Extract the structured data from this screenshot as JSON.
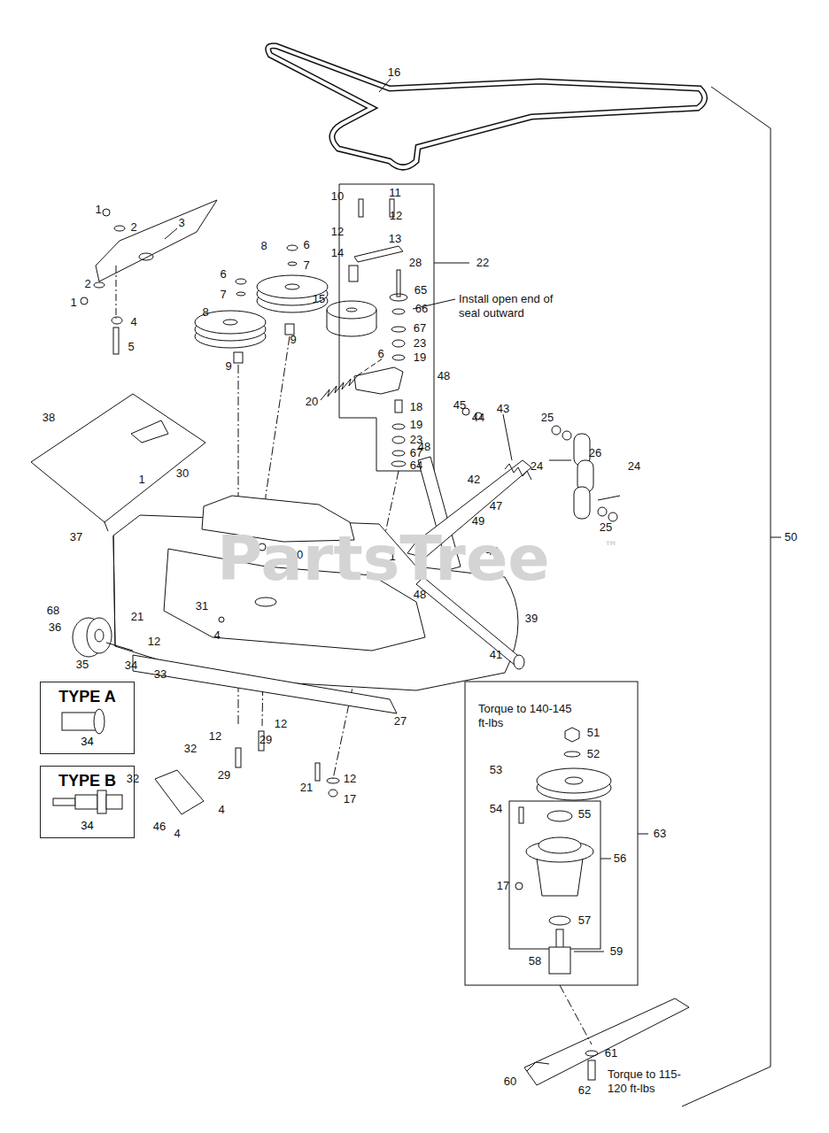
{
  "diagram": {
    "nodes": [
      {
        "text": [
          "TYPE A",
          "34"
        ]
      },
      {
        "text": [
          "TYPE B",
          "34"
        ]
      }
    ],
    "labels": [
      "16",
      "1",
      "2",
      "3",
      "2",
      "1",
      "4",
      "5",
      "6",
      "7",
      "8",
      "9",
      "6",
      "7",
      "8",
      "9",
      "10",
      "11",
      "12",
      "12",
      "13",
      "14",
      "28",
      "22",
      "65",
      "Install open end of seal outward",
      "66",
      "67",
      "23",
      "15",
      "19",
      "20",
      "6",
      "48",
      "18",
      "19",
      "23",
      "67",
      "64",
      "38",
      "1",
      "30",
      "45",
      "44",
      "43",
      "25",
      "26",
      "24",
      "24",
      "42",
      "47",
      "25",
      "48",
      "49",
      "37",
      "50",
      "40",
      "1",
      "30",
      "48",
      "31",
      "68",
      "21",
      "39",
      "36",
      "12",
      "4",
      "41",
      "35",
      "34",
      "33",
      "27",
      "Torque to 140-145 ft-lbs",
      "12",
      "51",
      "12",
      "29",
      "32",
      "52",
      "29",
      "53",
      "32",
      "21",
      "12",
      "17",
      "54",
      "55",
      "46",
      "4",
      "63",
      "4",
      "56",
      "17",
      "57",
      "59",
      "58",
      "61",
      "60",
      "62",
      "Torque to 115-120 ft-lbs",
      "PartsTree",
      "™"
    ]
  }
}
